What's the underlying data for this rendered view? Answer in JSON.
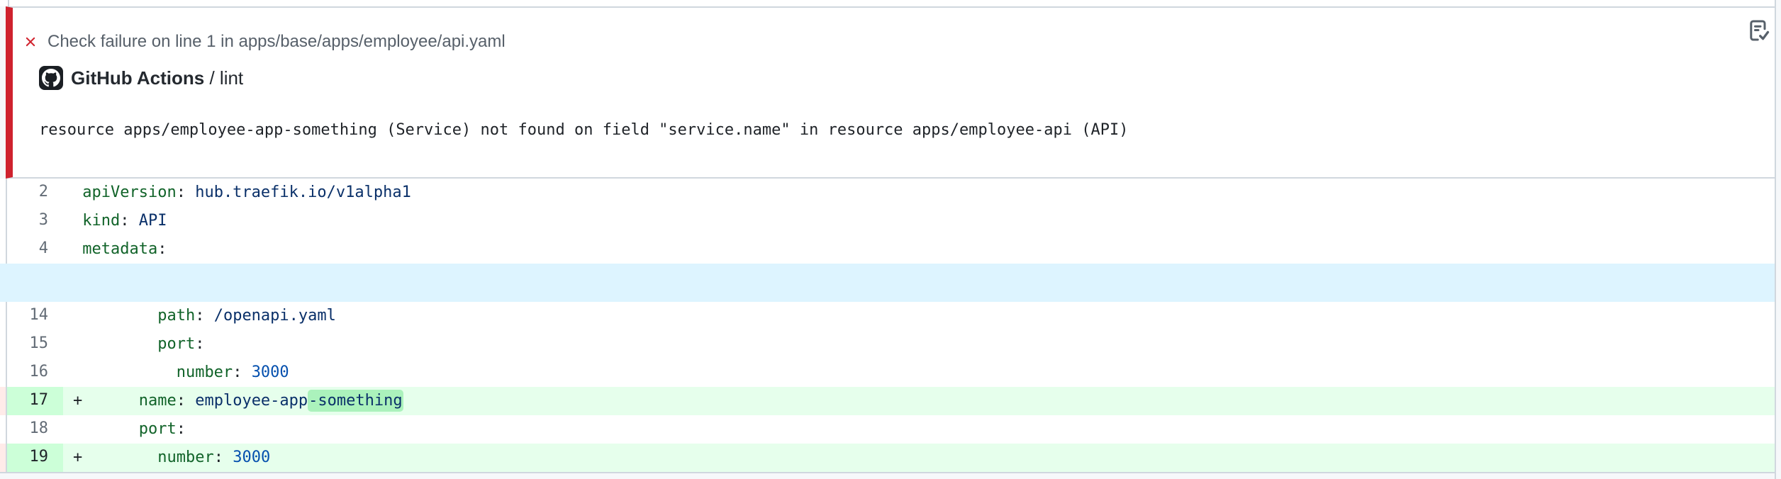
{
  "annotation": {
    "status_icon": "x-icon",
    "title": "Check failure on line 1 in apps/base/apps/employee/api.yaml",
    "check_suite": "GitHub Actions",
    "check_name": " / lint",
    "logo_icon": "github-logo-icon",
    "review_icon": "file-check-icon",
    "message": "resource apps/employee-app-something (Service) not found on field \"service.name\" in resource apps/employee-api (API)"
  },
  "diff": {
    "file": "apps/base/apps/employee/api.yaml",
    "rows": [
      {
        "kind": "context",
        "num": "2",
        "marker": " ",
        "segments": [
          {
            "text": "apiVersion",
            "type": "key"
          },
          {
            "text": ": ",
            "type": "plain"
          },
          {
            "text": "hub.traefik.io/v1alpha1",
            "type": "string"
          }
        ]
      },
      {
        "kind": "context",
        "num": "3",
        "marker": " ",
        "segments": [
          {
            "text": "kind",
            "type": "key"
          },
          {
            "text": ": ",
            "type": "plain"
          },
          {
            "text": "API",
            "type": "string"
          }
        ]
      },
      {
        "kind": "context",
        "num": "4",
        "marker": " ",
        "segments": [
          {
            "text": "metadata",
            "type": "key"
          },
          {
            "text": ":",
            "type": "plain"
          }
        ]
      },
      {
        "kind": "expand"
      },
      {
        "kind": "context",
        "num": "14",
        "marker": " ",
        "segments": [
          {
            "text": "        ",
            "type": "plain"
          },
          {
            "text": "path",
            "type": "key"
          },
          {
            "text": ": ",
            "type": "plain"
          },
          {
            "text": "/openapi.yaml",
            "type": "string"
          }
        ]
      },
      {
        "kind": "context",
        "num": "15",
        "marker": " ",
        "segments": [
          {
            "text": "        ",
            "type": "plain"
          },
          {
            "text": "port",
            "type": "key"
          },
          {
            "text": ":",
            "type": "plain"
          }
        ]
      },
      {
        "kind": "context",
        "num": "16",
        "marker": " ",
        "segments": [
          {
            "text": "          ",
            "type": "plain"
          },
          {
            "text": "number",
            "type": "key"
          },
          {
            "text": ": ",
            "type": "plain"
          },
          {
            "text": "3000",
            "type": "number"
          }
        ]
      },
      {
        "kind": "addition",
        "num": "17",
        "marker": "+",
        "segments": [
          {
            "text": "      ",
            "type": "plain"
          },
          {
            "text": "name",
            "type": "key"
          },
          {
            "text": ": ",
            "type": "plain"
          },
          {
            "text": "employee-app",
            "type": "string"
          },
          {
            "text": "-something",
            "type": "string",
            "highlight": true
          }
        ]
      },
      {
        "kind": "context",
        "num": "18",
        "marker": " ",
        "segments": [
          {
            "text": "      ",
            "type": "plain"
          },
          {
            "text": "port",
            "type": "key"
          },
          {
            "text": ":",
            "type": "plain"
          }
        ]
      },
      {
        "kind": "addition",
        "num": "19",
        "marker": "+",
        "segments": [
          {
            "text": "        ",
            "type": "plain"
          },
          {
            "text": "number",
            "type": "key"
          },
          {
            "text": ": ",
            "type": "plain"
          },
          {
            "text": "3000",
            "type": "number"
          }
        ]
      }
    ]
  },
  "colors": {
    "danger_bar": "#cf222e",
    "danger_icon": "#d1242f",
    "border": "#d0d7de",
    "muted_text": "#57606a",
    "addition_row_bg": "#e6ffec",
    "addition_num_bg": "#ccffd8",
    "addition_word_bg": "#abf2bc",
    "deletion_gutter_bg": "#ffebe9",
    "expand_row_bg": "#ddf4ff",
    "yaml_key": "#116329",
    "yaml_string": "#0a3069",
    "yaml_number": "#0550ae"
  }
}
